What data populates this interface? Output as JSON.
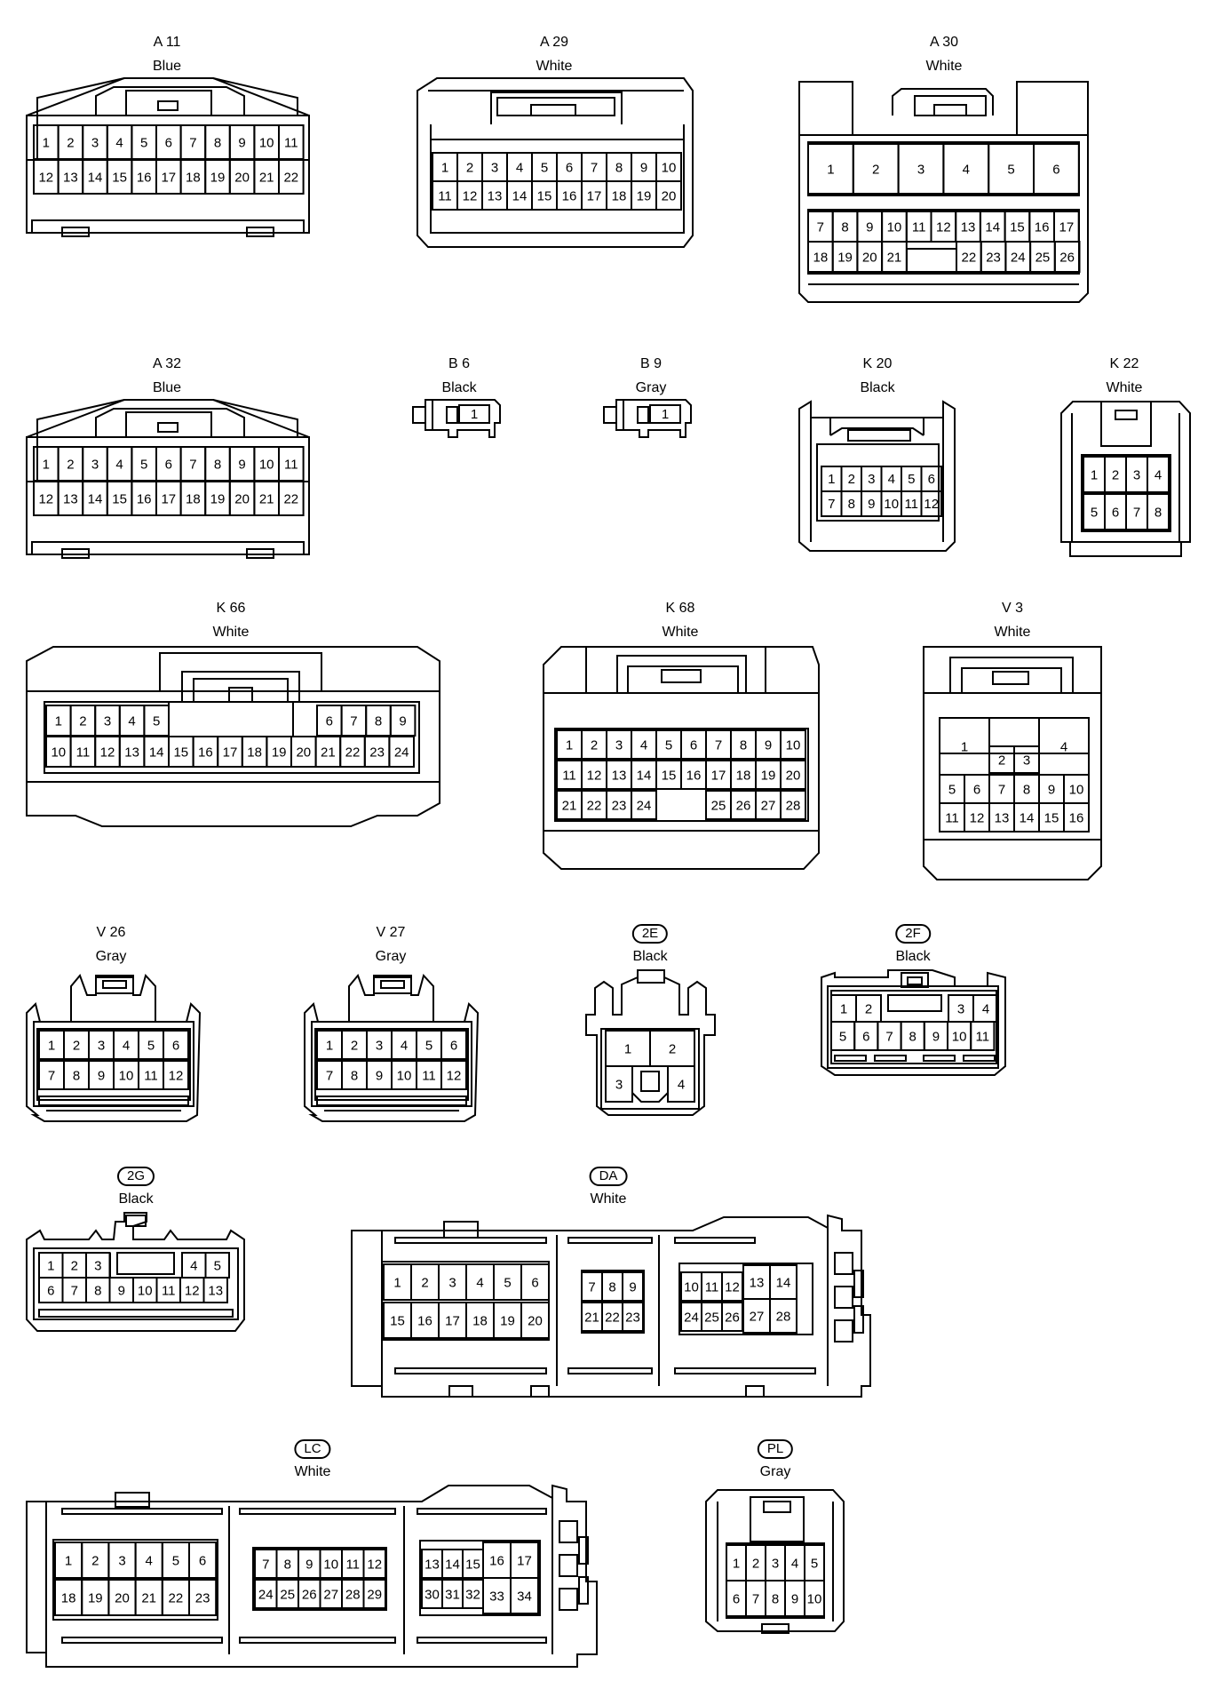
{
  "connectors": [
    {
      "id": "A11",
      "code": "A 11",
      "color": "Blue",
      "oval": false,
      "rows": [
        [
          "1",
          "2",
          "3",
          "4",
          "5",
          "6",
          "7",
          "8",
          "9",
          "10",
          "11"
        ],
        [
          "12",
          "13",
          "14",
          "15",
          "16",
          "17",
          "18",
          "19",
          "20",
          "21",
          "22"
        ]
      ]
    },
    {
      "id": "A29",
      "code": "A 29",
      "color": "White",
      "oval": false,
      "rows": [
        [
          "1",
          "2",
          "3",
          "4",
          "5",
          "6",
          "7",
          "8",
          "9",
          "10"
        ],
        [
          "11",
          "12",
          "13",
          "14",
          "15",
          "16",
          "17",
          "18",
          "19",
          "20"
        ]
      ]
    },
    {
      "id": "A30",
      "code": "A 30",
      "color": "White",
      "oval": false,
      "rows": [
        [
          "1",
          "2",
          "3",
          "4",
          "5",
          "6"
        ],
        [
          "7",
          "8",
          "9",
          "10",
          "11",
          "12",
          "13",
          "14",
          "15",
          "16",
          "17"
        ],
        [
          "18",
          "19",
          "20",
          "21",
          "",
          "22",
          "23",
          "24",
          "25",
          "26"
        ]
      ]
    },
    {
      "id": "A32",
      "code": "A 32",
      "color": "Blue",
      "oval": false,
      "rows": [
        [
          "1",
          "2",
          "3",
          "4",
          "5",
          "6",
          "7",
          "8",
          "9",
          "10",
          "11"
        ],
        [
          "12",
          "13",
          "14",
          "15",
          "16",
          "17",
          "18",
          "19",
          "20",
          "21",
          "22"
        ]
      ]
    },
    {
      "id": "B6",
      "code": "B 6",
      "color": "Black",
      "oval": false,
      "rows": [
        [
          "1"
        ]
      ]
    },
    {
      "id": "B9",
      "code": "B 9",
      "color": "Gray",
      "oval": false,
      "rows": [
        [
          "1"
        ]
      ]
    },
    {
      "id": "K20",
      "code": "K 20",
      "color": "Black",
      "oval": false,
      "rows": [
        [
          "1",
          "2",
          "3",
          "4",
          "5",
          "6"
        ],
        [
          "7",
          "8",
          "9",
          "10",
          "11",
          "12"
        ]
      ]
    },
    {
      "id": "K22",
      "code": "K 22",
      "color": "White",
      "oval": false,
      "rows": [
        [
          "1",
          "2",
          "3",
          "4"
        ],
        [
          "5",
          "6",
          "7",
          "8"
        ]
      ]
    },
    {
      "id": "K66",
      "code": "K 66",
      "color": "White",
      "oval": false,
      "rows": [
        [
          "1",
          "2",
          "3",
          "4",
          "5",
          "6",
          "7",
          "8",
          "9"
        ],
        [
          "10",
          "11",
          "12",
          "13",
          "14",
          "15",
          "16",
          "17",
          "18",
          "19",
          "20",
          "21",
          "22",
          "23",
          "24"
        ]
      ]
    },
    {
      "id": "K68",
      "code": "K 68",
      "color": "White",
      "oval": false,
      "rows": [
        [
          "1",
          "2",
          "3",
          "4",
          "5",
          "6",
          "7",
          "8",
          "9",
          "10"
        ],
        [
          "11",
          "12",
          "13",
          "14",
          "15",
          "16",
          "17",
          "18",
          "19",
          "20"
        ],
        [
          "21",
          "22",
          "23",
          "24",
          "25",
          "26",
          "27",
          "28"
        ]
      ]
    },
    {
      "id": "V3",
      "code": "V 3",
      "color": "White",
      "oval": false,
      "rows": [
        [
          "1",
          "2",
          "3",
          "4"
        ],
        [
          "5",
          "6",
          "7",
          "8",
          "9",
          "10"
        ],
        [
          "11",
          "12",
          "13",
          "14",
          "15",
          "16"
        ]
      ]
    },
    {
      "id": "V26",
      "code": "V 26",
      "color": "Gray",
      "oval": false,
      "rows": [
        [
          "1",
          "2",
          "3",
          "4",
          "5",
          "6"
        ],
        [
          "7",
          "8",
          "9",
          "10",
          "11",
          "12"
        ]
      ]
    },
    {
      "id": "V27",
      "code": "V 27",
      "color": "Gray",
      "oval": false,
      "rows": [
        [
          "1",
          "2",
          "3",
          "4",
          "5",
          "6"
        ],
        [
          "7",
          "8",
          "9",
          "10",
          "11",
          "12"
        ]
      ]
    },
    {
      "id": "2E",
      "code": "2E",
      "color": "Black",
      "oval": true,
      "rows": [
        [
          "1",
          "2"
        ],
        [
          "3",
          "4"
        ]
      ]
    },
    {
      "id": "2F",
      "code": "2F",
      "color": "Black",
      "oval": true,
      "rows": [
        [
          "1",
          "2",
          "3",
          "4"
        ],
        [
          "5",
          "6",
          "7",
          "8",
          "9",
          "10",
          "11"
        ]
      ]
    },
    {
      "id": "2G",
      "code": "2G",
      "color": "Black",
      "oval": true,
      "rows": [
        [
          "1",
          "2",
          "3",
          "4",
          "5"
        ],
        [
          "6",
          "7",
          "8",
          "9",
          "10",
          "11",
          "12",
          "13"
        ]
      ]
    },
    {
      "id": "DA",
      "code": "DA",
      "color": "White",
      "oval": true,
      "rows": [
        [
          "1",
          "2",
          "3",
          "4",
          "5",
          "6",
          "7",
          "8",
          "9",
          "10",
          "11",
          "12",
          "13",
          "14"
        ],
        [
          "15",
          "16",
          "17",
          "18",
          "19",
          "20",
          "21",
          "22",
          "23",
          "24",
          "25",
          "26",
          "27",
          "28"
        ]
      ]
    },
    {
      "id": "LC",
      "code": "LC",
      "color": "White",
      "oval": true,
      "rows": [
        [
          "1",
          "2",
          "3",
          "4",
          "5",
          "6",
          "7",
          "8",
          "9",
          "10",
          "11",
          "12",
          "13",
          "14",
          "15",
          "16",
          "17"
        ],
        [
          "18",
          "19",
          "20",
          "21",
          "22",
          "23",
          "24",
          "25",
          "26",
          "27",
          "28",
          "29",
          "30",
          "31",
          "32",
          "33",
          "34"
        ]
      ]
    },
    {
      "id": "PL",
      "code": "PL",
      "color": "Gray",
      "oval": true,
      "rows": [
        [
          "1",
          "2",
          "3",
          "4",
          "5"
        ],
        [
          "6",
          "7",
          "8",
          "9",
          "10"
        ]
      ]
    }
  ]
}
